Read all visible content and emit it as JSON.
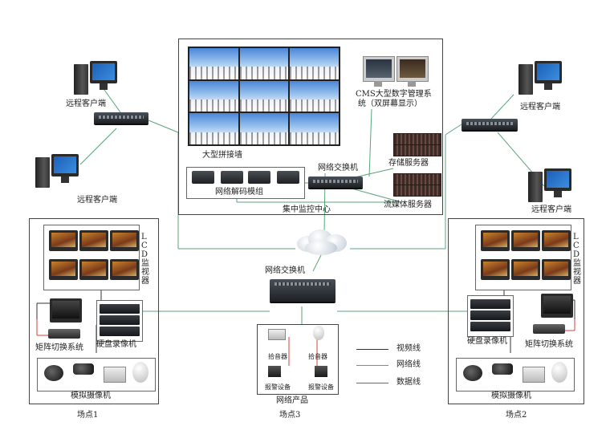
{
  "labels": {
    "remote_client_tl": "远程客户端",
    "remote_client_ml": "远程客户端",
    "remote_client_tr": "远程客户端",
    "remote_client_mr": "远程客户端",
    "video_wall": "大型拼接墙",
    "cms": "CMS大型数字管理系",
    "cms_sub": "统（双屏幕显示）",
    "core_switch": "网络交换机",
    "storage_server": "存储服务器",
    "decoder_module": "网络解码模组",
    "monitor_center": "集中监控中心",
    "stream_server": "流媒体服务器",
    "lcd_wall_1": "LCD监视器",
    "lcd_wall_2": "LCD监视器",
    "matrix_1": "矩阵切换系统",
    "dvr_1": "硬盘录像机",
    "analog_cam_1": "模拟摄像机",
    "site_1": "场点1",
    "site_2": "场点2",
    "site_3": "场点3",
    "matrix_2": "矩阵切换系统",
    "dvr_2": "硬盘录像机",
    "analog_cam_2": "模拟摄像机",
    "center_switch": "网络交换机",
    "pickup_1": "拾音器",
    "pickup_2": "拾音器",
    "alarm_1": "报警设备",
    "alarm_2": "报警设备",
    "network_products": "网络产品"
  },
  "legend": [
    {
      "label": "视频线",
      "color": "#333333"
    },
    {
      "label": "网络线",
      "color": "#5aa37a"
    },
    {
      "label": "数据线",
      "color": "#d8403a"
    }
  ],
  "colors": {
    "video_line": "#333333",
    "network_line": "#5aa37a",
    "data_line": "#d8403a"
  }
}
